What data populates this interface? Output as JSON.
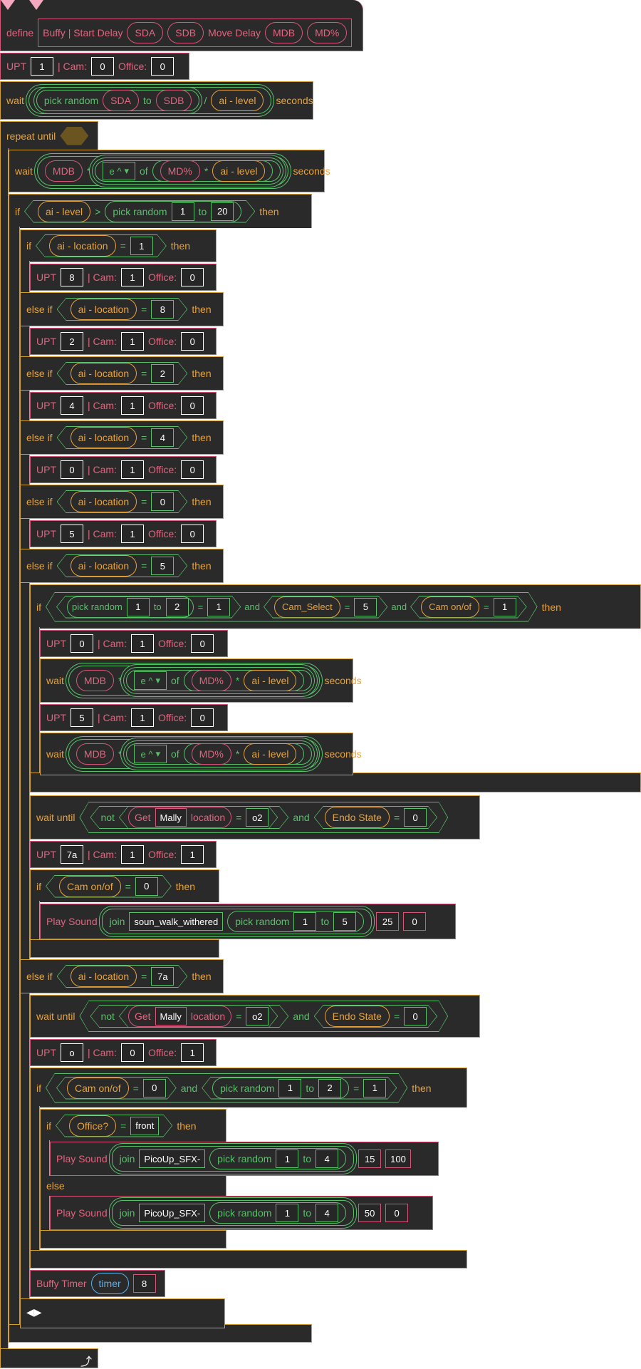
{
  "colors": {
    "orange": "#e8a33c",
    "pink": "#e4637f",
    "green": "#58c06a",
    "blue": "#5fb0e6",
    "bg": "#2a2a2a"
  },
  "define": {
    "kw": "define",
    "name": "Buffy | Start Delay",
    "a1": "SDA",
    "a2": "SDB",
    "mid": "Move Delay",
    "a3": "MDB",
    "a4": "MD%"
  },
  "upt0": {
    "l1": "UPT",
    "v1": "1",
    "l2": "| Cam:",
    "v2": "0",
    "l3": "Office:",
    "v3": "0"
  },
  "wait1": {
    "kw": "wait",
    "pick": "pick random",
    "a": "SDA",
    "to": "to",
    "b": "SDB",
    "div": "/",
    "lvl": "ai - level",
    "sec": "seconds"
  },
  "repeat": {
    "kw": "repeat until"
  },
  "wait2": {
    "kw": "wait",
    "mdb": "MDB",
    "mul": "*",
    "fn": "e ^",
    "of": "of",
    "md": "MD%",
    "mul2": "*",
    "lvl": "ai - level",
    "sec": "seconds"
  },
  "if1": {
    "kw": "if",
    "lvl": "ai - level",
    "gt": ">",
    "pick": "pick random",
    "a": "1",
    "to": "to",
    "b": "20",
    "then": "then"
  },
  "loc": {
    "if": "if",
    "elseif": "else if",
    "var": "ai - location",
    "eq": "=",
    "then": "then"
  },
  "locvals": [
    "1",
    "8",
    "2",
    "4",
    "0",
    "5",
    "7a"
  ],
  "upts": [
    {
      "l1": "UPT",
      "v1": "8",
      "l2": "| Cam:",
      "v2": "1",
      "l3": "Office:",
      "v3": "0"
    },
    {
      "l1": "UPT",
      "v1": "2",
      "l2": "| Cam:",
      "v2": "1",
      "l3": "Office:",
      "v3": "0"
    },
    {
      "l1": "UPT",
      "v1": "4",
      "l2": "| Cam:",
      "v2": "1",
      "l3": "Office:",
      "v3": "0"
    },
    {
      "l1": "UPT",
      "v1": "0",
      "l2": "| Cam:",
      "v2": "1",
      "l3": "Office:",
      "v3": "0"
    },
    {
      "l1": "UPT",
      "v1": "5",
      "l2": "| Cam:",
      "v2": "1",
      "l3": "Office:",
      "v3": "0"
    }
  ],
  "if5": {
    "kw": "if",
    "pick": "pick random",
    "a": "1",
    "to": "to",
    "b": "2",
    "eq": "=",
    "c": "1",
    "and": "and",
    "cs": "Cam_Select",
    "eq2": "=",
    "d": "5",
    "and2": "and",
    "co": "Cam on/of",
    "eq3": "=",
    "e": "1",
    "then": "then"
  },
  "upt5a": {
    "l1": "UPT",
    "v1": "0",
    "l2": "| Cam:",
    "v2": "1",
    "l3": "Office:",
    "v3": "0"
  },
  "upt5b": {
    "l1": "UPT",
    "v1": "5",
    "l2": "| Cam:",
    "v2": "1",
    "l3": "Office:",
    "v3": "0"
  },
  "waitu": {
    "kw": "wait until",
    "not": "not",
    "get": "Get",
    "who": "Mally",
    "loc": "location",
    "eq": "=",
    "val": "o2",
    "and": "and",
    "endo": "Endo State",
    "eq2": "=",
    "ev": "0"
  },
  "upt7a": {
    "l1": "UPT",
    "v1": "7a",
    "l2": "| Cam:",
    "v2": "1",
    "l3": "Office:",
    "v3": "1"
  },
  "ifcam": {
    "kw": "if",
    "co": "Cam on/of",
    "eq": "=",
    "v": "0",
    "then": "then"
  },
  "play1": {
    "kw": "Play Sound",
    "join": "join",
    "s": "soun_walk_withered",
    "pick": "pick random",
    "a": "1",
    "to": "to",
    "b": "5",
    "v": "25",
    "p": "0"
  },
  "uptO": {
    "l1": "UPT",
    "v1": "o",
    "l2": "| Cam:",
    "v2": "0",
    "l3": "Office:",
    "v3": "1"
  },
  "ifcam2": {
    "kw": "if",
    "co": "Cam on/of",
    "eq": "=",
    "v": "0",
    "and": "and",
    "pick": "pick random",
    "a": "1",
    "to": "to",
    "b": "2",
    "eq2": "=",
    "c": "1",
    "then": "then"
  },
  "ifoff": {
    "kw": "if",
    "off": "Office?",
    "eq": "=",
    "v": "front",
    "then": "then",
    "else": "else"
  },
  "play2": {
    "kw": "Play Sound",
    "join": "join",
    "s": "PicoUp_SFX-",
    "pick": "pick random",
    "a": "1",
    "to": "to",
    "b": "4",
    "v": "15",
    "p": "100"
  },
  "play3": {
    "kw": "Play Sound",
    "join": "join",
    "s": "PicoUp_SFX-",
    "pick": "pick random",
    "a": "1",
    "to": "to",
    "b": "4",
    "v": "50",
    "p": "0"
  },
  "timer": {
    "kw": "Buffy Timer",
    "t": "timer",
    "v": "8"
  }
}
